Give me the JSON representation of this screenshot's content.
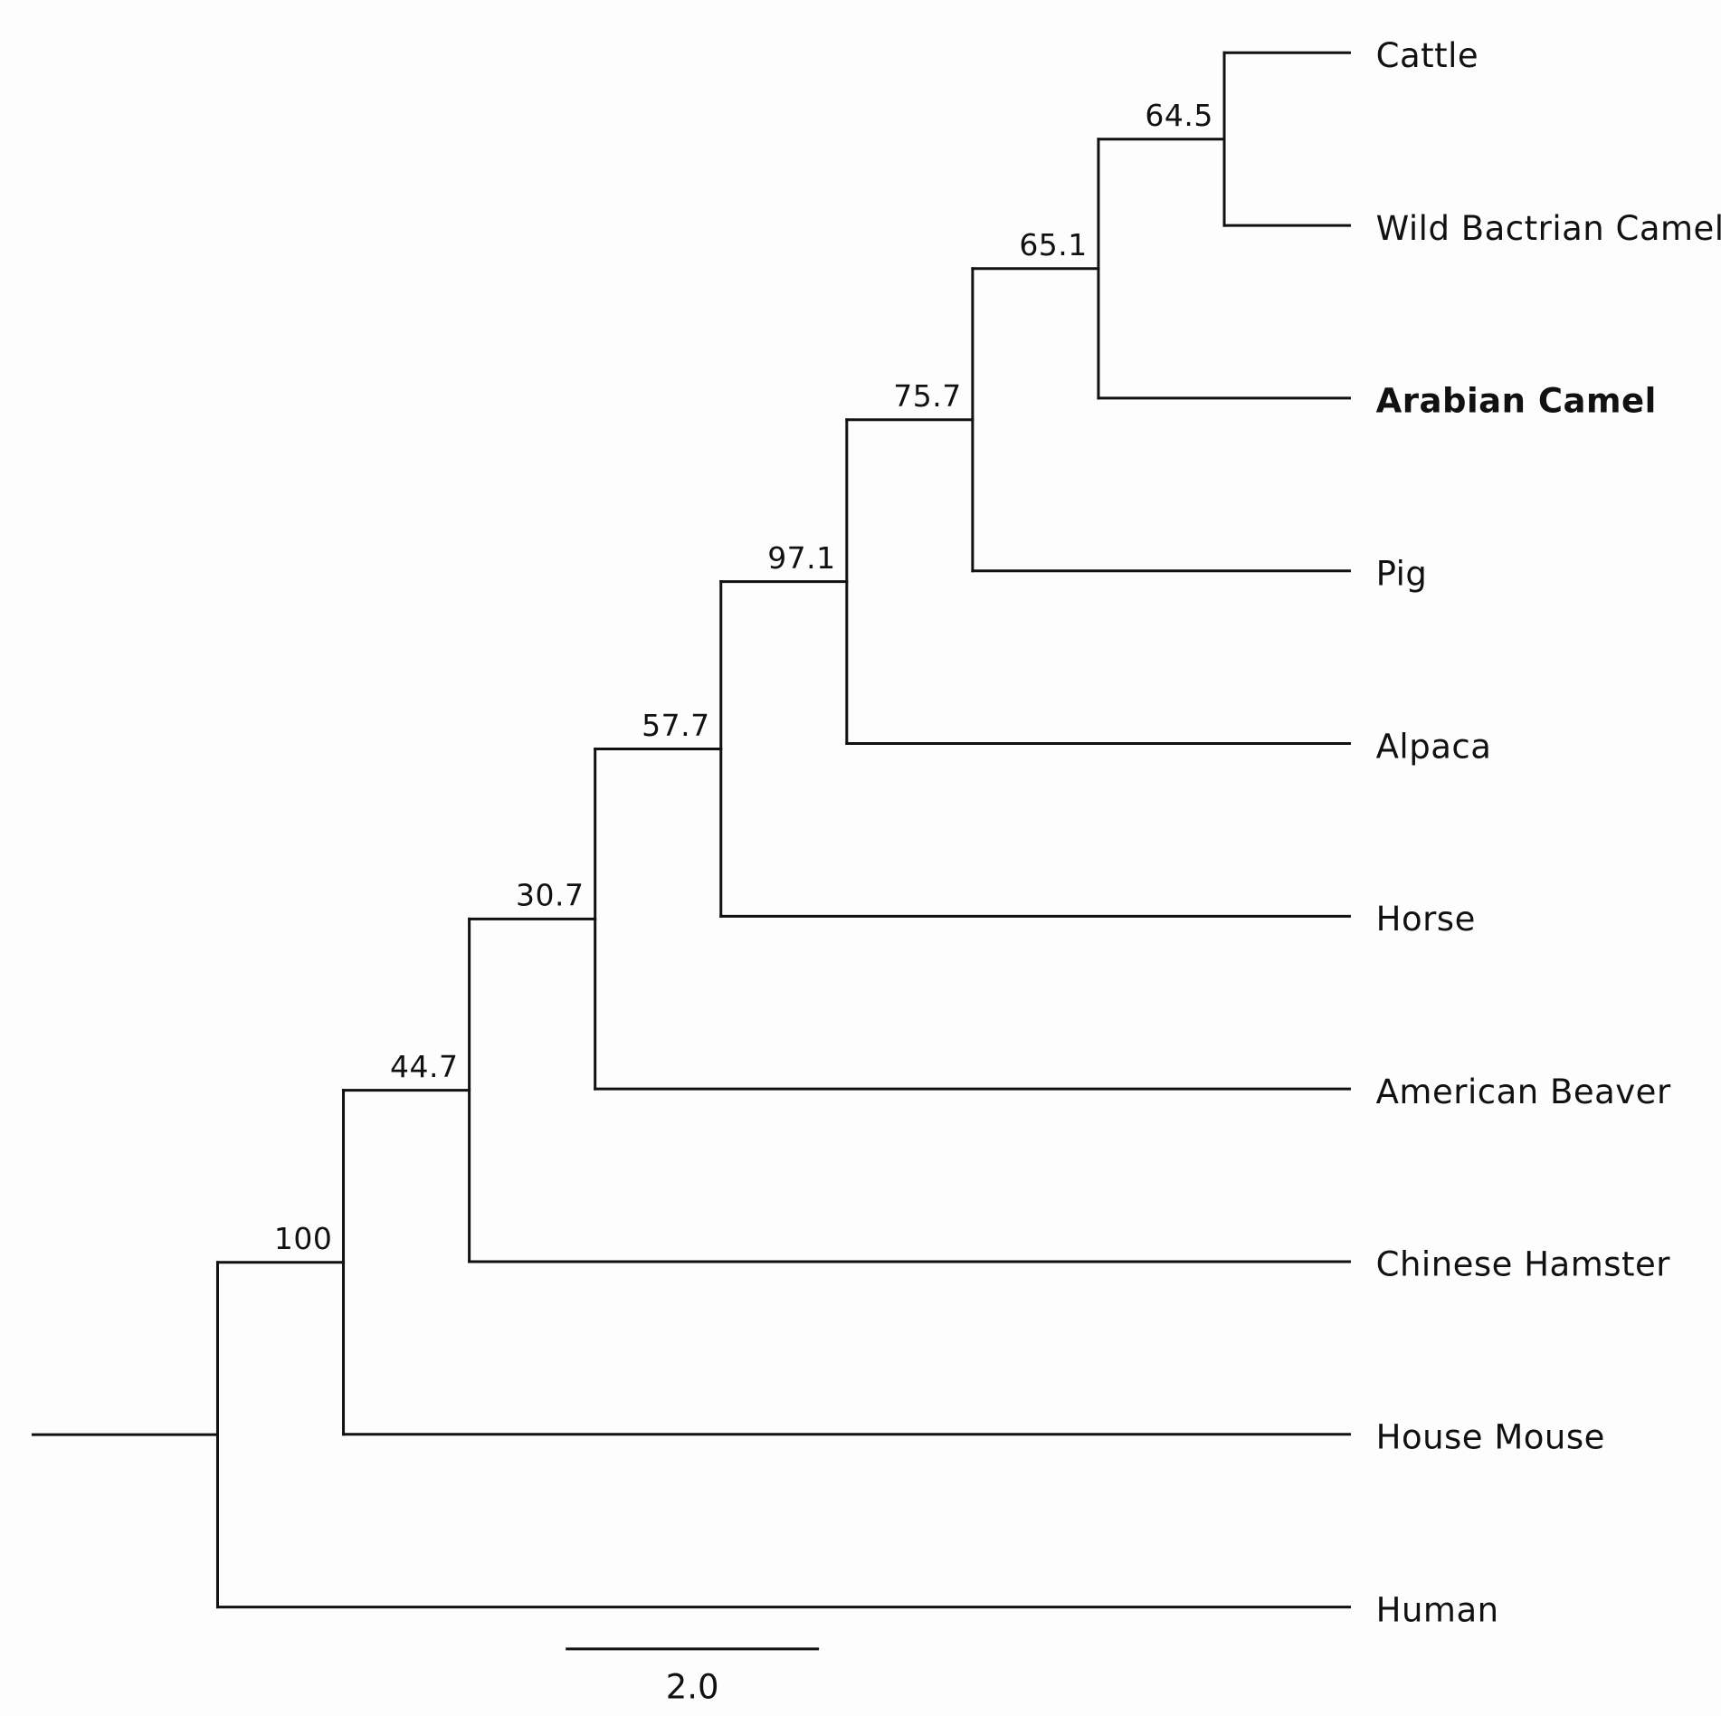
{
  "tree": {
    "highlight_color": "#e8161d",
    "line_color": "#111111",
    "leaves": [
      {
        "id": "cattle",
        "label": "Cattle"
      },
      {
        "id": "wbc",
        "label": "Wild Bactrian Camel"
      },
      {
        "id": "arabian",
        "label": "Arabian Camel",
        "highlight": true
      },
      {
        "id": "pig",
        "label": "Pig"
      },
      {
        "id": "alpaca",
        "label": "Alpaca"
      },
      {
        "id": "horse",
        "label": "Horse"
      },
      {
        "id": "beaver",
        "label": "American Beaver"
      },
      {
        "id": "hamster",
        "label": "Chinese Hamster"
      },
      {
        "id": "mouse",
        "label": "House Mouse"
      },
      {
        "id": "human",
        "label": "Human"
      }
    ],
    "nodes": [
      {
        "id": "n1",
        "support": "64.5",
        "children": [
          "cattle",
          "wbc"
        ]
      },
      {
        "id": "n2",
        "support": "65.1",
        "children": [
          "n1",
          "arabian"
        ]
      },
      {
        "id": "n3",
        "support": "75.7",
        "children": [
          "n2",
          "pig"
        ]
      },
      {
        "id": "n4",
        "support": "97.1",
        "children": [
          "n3",
          "alpaca"
        ]
      },
      {
        "id": "n5",
        "support": "57.7",
        "children": [
          "n4",
          "horse"
        ]
      },
      {
        "id": "n6",
        "support": "30.7",
        "children": [
          "n5",
          "beaver"
        ]
      },
      {
        "id": "n7",
        "support": "44.7",
        "children": [
          "n6",
          "hamster"
        ]
      },
      {
        "id": "n8",
        "support": "100",
        "children": [
          "n7",
          "mouse"
        ]
      },
      {
        "id": "root",
        "support": "",
        "children": [
          "n8",
          "human"
        ]
      }
    ],
    "scale_bar_label": "2.0"
  }
}
